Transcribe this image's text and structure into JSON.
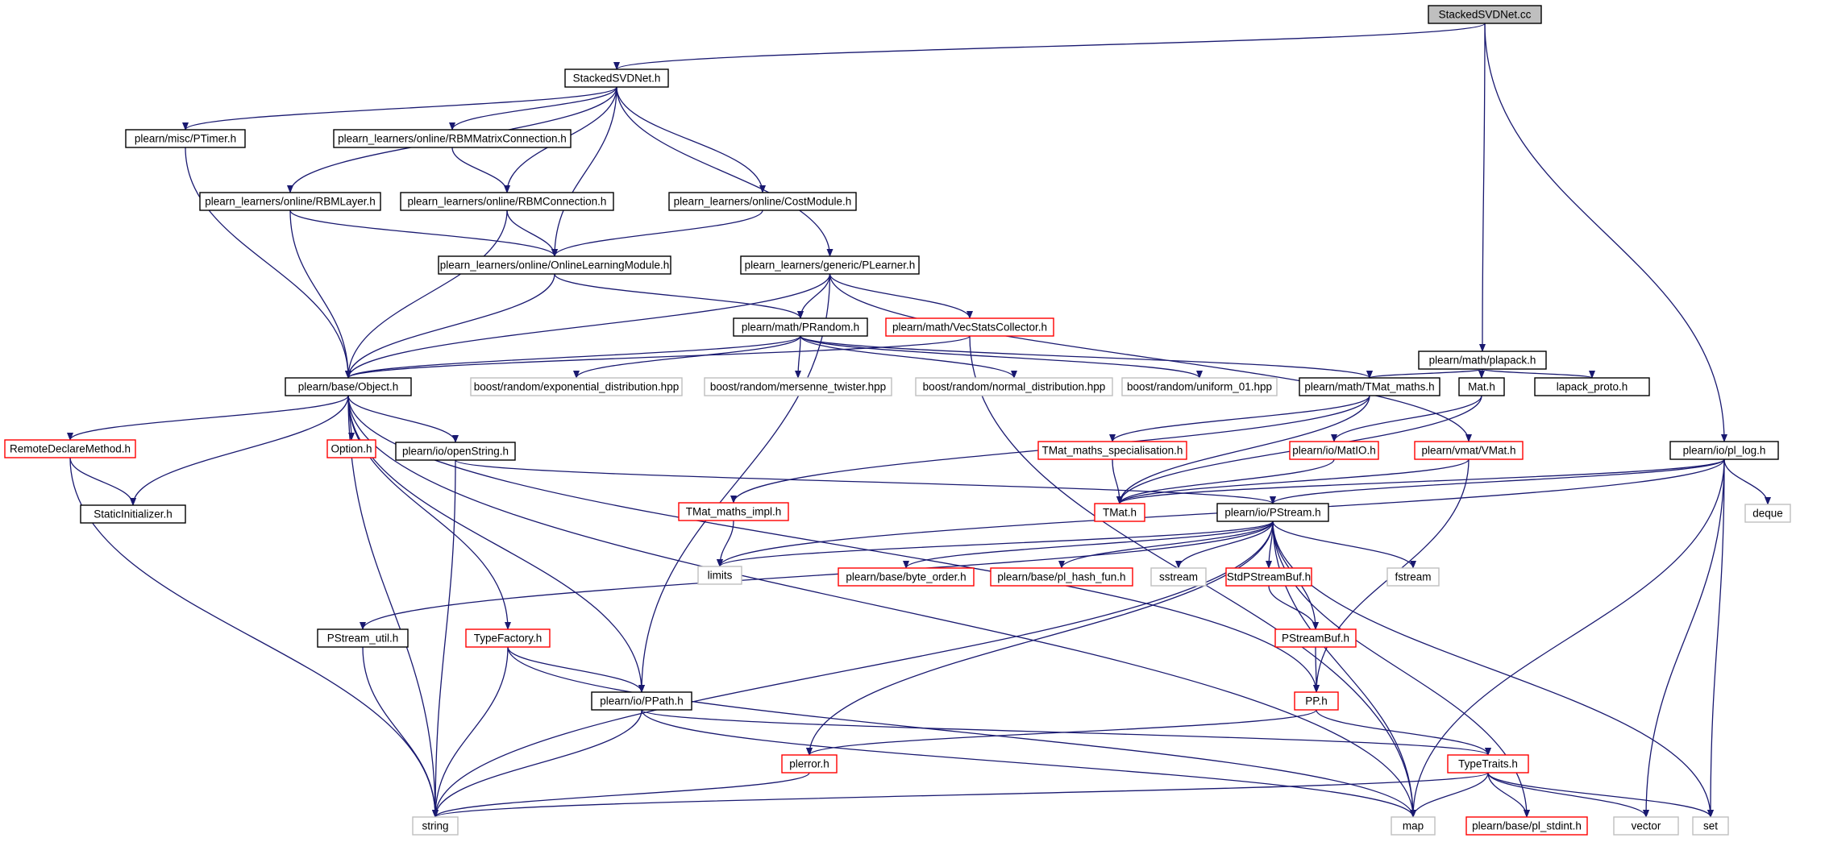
{
  "diagram": {
    "type": "include-dependency-graph",
    "colors": {
      "edge": "#191970",
      "documented_border": "#000000",
      "undocumented_border": "#ff0000",
      "external_border": "#bfbfbf",
      "root_fill": "#bfbfbf"
    },
    "nodes": [
      {
        "id": "n0",
        "label": "StackedSVDNet.cc",
        "kind": "root"
      },
      {
        "id": "n1",
        "label": "StackedSVDNet.h",
        "kind": "documented"
      },
      {
        "id": "n2",
        "label": "plearn/math/plapack.h",
        "kind": "documented"
      },
      {
        "id": "n3",
        "label": "plearn/io/pl_log.h",
        "kind": "documented"
      },
      {
        "id": "n4",
        "label": "plearn/misc/PTimer.h",
        "kind": "documented"
      },
      {
        "id": "n5",
        "label": "plearn_learners/online/RBMMatrixConnection.h",
        "kind": "documented"
      },
      {
        "id": "n6",
        "label": "plearn_learners/online/RBMLayer.h",
        "kind": "documented"
      },
      {
        "id": "n7",
        "label": "plearn_learners/online/RBMConnection.h",
        "kind": "documented"
      },
      {
        "id": "n8",
        "label": "plearn_learners/online/CostModule.h",
        "kind": "documented"
      },
      {
        "id": "n9",
        "label": "plearn_learners/online/OnlineLearningModule.h",
        "kind": "documented"
      },
      {
        "id": "n10",
        "label": "plearn_learners/generic/PLearner.h",
        "kind": "documented"
      },
      {
        "id": "n11",
        "label": "plearn/math/PRandom.h",
        "kind": "documented"
      },
      {
        "id": "n12",
        "label": "plearn/math/VecStatsCollector.h",
        "kind": "undocumented"
      },
      {
        "id": "n13",
        "label": "plearn/base/Object.h",
        "kind": "documented"
      },
      {
        "id": "n14",
        "label": "boost/random/exponential_distribution.hpp",
        "kind": "external"
      },
      {
        "id": "n15",
        "label": "boost/random/mersenne_twister.hpp",
        "kind": "external"
      },
      {
        "id": "n16",
        "label": "boost/random/normal_distribution.hpp",
        "kind": "external"
      },
      {
        "id": "n17",
        "label": "boost/random/uniform_01.hpp",
        "kind": "external"
      },
      {
        "id": "n18",
        "label": "plearn/math/TMat_maths.h",
        "kind": "documented"
      },
      {
        "id": "n19",
        "label": "Mat.h",
        "kind": "documented"
      },
      {
        "id": "n20",
        "label": "lapack_proto.h",
        "kind": "documented"
      },
      {
        "id": "n21",
        "label": "RemoteDeclareMethod.h",
        "kind": "undocumented"
      },
      {
        "id": "n22",
        "label": "Option.h",
        "kind": "undocumented"
      },
      {
        "id": "n23",
        "label": "plearn/io/openString.h",
        "kind": "documented"
      },
      {
        "id": "n24",
        "label": "TMat_maths_specialisation.h",
        "kind": "undocumented"
      },
      {
        "id": "n25",
        "label": "plearn/io/MatIO.h",
        "kind": "undocumented"
      },
      {
        "id": "n26",
        "label": "plearn/vmat/VMat.h",
        "kind": "undocumented"
      },
      {
        "id": "n27",
        "label": "StaticInitializer.h",
        "kind": "documented"
      },
      {
        "id": "n28",
        "label": "TMat_maths_impl.h",
        "kind": "undocumented"
      },
      {
        "id": "n29",
        "label": "TMat.h",
        "kind": "undocumented"
      },
      {
        "id": "n30",
        "label": "plearn/io/PStream.h",
        "kind": "documented"
      },
      {
        "id": "n31",
        "label": "deque",
        "kind": "external"
      },
      {
        "id": "n32",
        "label": "limits",
        "kind": "external"
      },
      {
        "id": "n33",
        "label": "plearn/base/byte_order.h",
        "kind": "undocumented"
      },
      {
        "id": "n34",
        "label": "plearn/base/pl_hash_fun.h",
        "kind": "undocumented"
      },
      {
        "id": "n35",
        "label": "sstream",
        "kind": "external"
      },
      {
        "id": "n36",
        "label": "StdPStreamBuf.h",
        "kind": "undocumented"
      },
      {
        "id": "n37",
        "label": "fstream",
        "kind": "external"
      },
      {
        "id": "n38",
        "label": "PStream_util.h",
        "kind": "documented"
      },
      {
        "id": "n39",
        "label": "TypeFactory.h",
        "kind": "undocumented"
      },
      {
        "id": "n40",
        "label": "PStreamBuf.h",
        "kind": "undocumented"
      },
      {
        "id": "n41",
        "label": "plearn/io/PPath.h",
        "kind": "documented"
      },
      {
        "id": "n42",
        "label": "PP.h",
        "kind": "undocumented"
      },
      {
        "id": "n43",
        "label": "plerror.h",
        "kind": "undocumented"
      },
      {
        "id": "n44",
        "label": "TypeTraits.h",
        "kind": "undocumented"
      },
      {
        "id": "n45",
        "label": "string",
        "kind": "external"
      },
      {
        "id": "n46",
        "label": "map",
        "kind": "external"
      },
      {
        "id": "n47",
        "label": "plearn/base/pl_stdint.h",
        "kind": "undocumented"
      },
      {
        "id": "n48",
        "label": "vector",
        "kind": "external"
      },
      {
        "id": "n49",
        "label": "set",
        "kind": "external"
      }
    ],
    "edges": [
      [
        "n0",
        "n1"
      ],
      [
        "n0",
        "n2"
      ],
      [
        "n0",
        "n3"
      ],
      [
        "n1",
        "n4"
      ],
      [
        "n1",
        "n5"
      ],
      [
        "n1",
        "n6"
      ],
      [
        "n1",
        "n7"
      ],
      [
        "n1",
        "n8"
      ],
      [
        "n1",
        "n9"
      ],
      [
        "n1",
        "n10"
      ],
      [
        "n4",
        "n13"
      ],
      [
        "n5",
        "n7"
      ],
      [
        "n6",
        "n9"
      ],
      [
        "n6",
        "n13"
      ],
      [
        "n7",
        "n9"
      ],
      [
        "n7",
        "n13"
      ],
      [
        "n8",
        "n9"
      ],
      [
        "n9",
        "n13"
      ],
      [
        "n9",
        "n11"
      ],
      [
        "n10",
        "n13"
      ],
      [
        "n10",
        "n11"
      ],
      [
        "n10",
        "n12"
      ],
      [
        "n10",
        "n26"
      ],
      [
        "n10",
        "n41"
      ],
      [
        "n11",
        "n13"
      ],
      [
        "n11",
        "n14"
      ],
      [
        "n11",
        "n15"
      ],
      [
        "n11",
        "n16"
      ],
      [
        "n11",
        "n17"
      ],
      [
        "n11",
        "n18"
      ],
      [
        "n12",
        "n13"
      ],
      [
        "n12",
        "n46"
      ],
      [
        "n2",
        "n18"
      ],
      [
        "n2",
        "n19"
      ],
      [
        "n2",
        "n20"
      ],
      [
        "n19",
        "n25"
      ],
      [
        "n19",
        "n29"
      ],
      [
        "n18",
        "n24"
      ],
      [
        "n18",
        "n28"
      ],
      [
        "n18",
        "n29"
      ],
      [
        "n24",
        "n29"
      ],
      [
        "n25",
        "n29"
      ],
      [
        "n26",
        "n29"
      ],
      [
        "n26",
        "n42"
      ],
      [
        "n28",
        "n32"
      ],
      [
        "n13",
        "n21"
      ],
      [
        "n13",
        "n27"
      ],
      [
        "n13",
        "n22"
      ],
      [
        "n13",
        "n23"
      ],
      [
        "n13",
        "n39"
      ],
      [
        "n13",
        "n41"
      ],
      [
        "n13",
        "n42"
      ],
      [
        "n13",
        "n45"
      ],
      [
        "n13",
        "n46"
      ],
      [
        "n21",
        "n27"
      ],
      [
        "n21",
        "n45"
      ],
      [
        "n23",
        "n30"
      ],
      [
        "n23",
        "n45"
      ],
      [
        "n3",
        "n29"
      ],
      [
        "n3",
        "n30"
      ],
      [
        "n3",
        "n31"
      ],
      [
        "n3",
        "n46"
      ],
      [
        "n3",
        "n48"
      ],
      [
        "n3",
        "n49"
      ],
      [
        "n3",
        "n32"
      ],
      [
        "n30",
        "n32"
      ],
      [
        "n30",
        "n33"
      ],
      [
        "n30",
        "n34"
      ],
      [
        "n30",
        "n35"
      ],
      [
        "n30",
        "n36"
      ],
      [
        "n30",
        "n37"
      ],
      [
        "n30",
        "n38"
      ],
      [
        "n30",
        "n40"
      ],
      [
        "n30",
        "n43"
      ],
      [
        "n30",
        "n45"
      ],
      [
        "n30",
        "n46"
      ],
      [
        "n30",
        "n47"
      ],
      [
        "n30",
        "n49"
      ],
      [
        "n36",
        "n40"
      ],
      [
        "n40",
        "n42"
      ],
      [
        "n38",
        "n45"
      ],
      [
        "n39",
        "n41"
      ],
      [
        "n39",
        "n45"
      ],
      [
        "n39",
        "n46"
      ],
      [
        "n41",
        "n44"
      ],
      [
        "n41",
        "n45"
      ],
      [
        "n41",
        "n46"
      ],
      [
        "n42",
        "n43"
      ],
      [
        "n42",
        "n44"
      ],
      [
        "n43",
        "n45"
      ],
      [
        "n44",
        "n45"
      ],
      [
        "n44",
        "n46"
      ],
      [
        "n44",
        "n47"
      ],
      [
        "n44",
        "n48"
      ],
      [
        "n44",
        "n49"
      ]
    ]
  }
}
